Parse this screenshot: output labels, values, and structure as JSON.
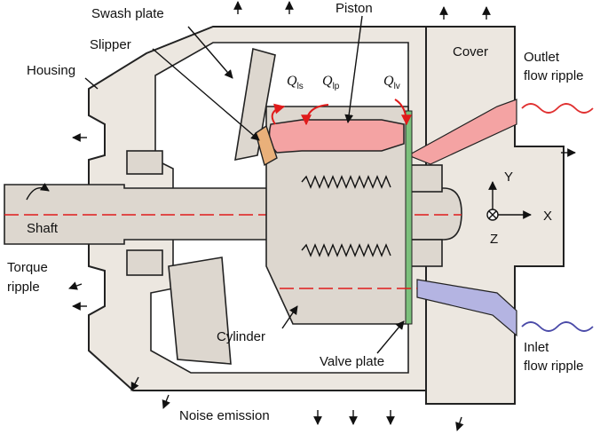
{
  "labels": {
    "swash_plate": "Swash plate",
    "piston": "Piston",
    "slipper": "Slipper",
    "housing": "Housing",
    "cover": "Cover",
    "outlet_line1": "Outlet",
    "outlet_line2": "flow ripple",
    "shaft": "Shaft",
    "torque_line1": "Torque",
    "torque_line2": "ripple",
    "cylinder": "Cylinder",
    "valve_plate": "Valve plate",
    "inlet_line1": "Inlet",
    "inlet_line2": "flow ripple",
    "noise": "Noise emission"
  },
  "leakage": {
    "q_ls": {
      "symbol": "Q",
      "sub": "ls"
    },
    "q_lp": {
      "symbol": "Q",
      "sub": "lp"
    },
    "q_lv": {
      "symbol": "Q",
      "sub": "lv"
    }
  },
  "axes": {
    "x": "X",
    "y": "Y",
    "z": "Z"
  },
  "colors": {
    "pressure_red": "#f4a3a3",
    "inlet_blue": "#b4b4e2",
    "leak_red": "#e01b1b",
    "outlet_wave": "#e03030",
    "inlet_wave": "#4a4aa8"
  }
}
